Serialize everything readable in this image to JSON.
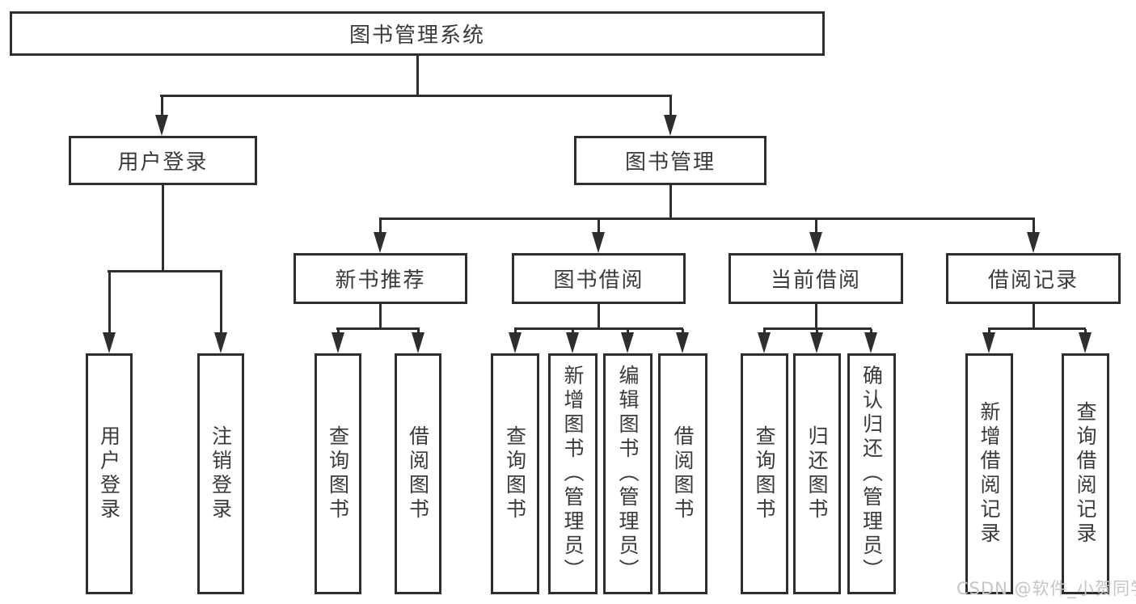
{
  "colors": {
    "line": "#2e2e2e",
    "text": "#3a3a3a",
    "box_background": "#ffffff",
    "watermark": "#c7c4c4"
  },
  "root": {
    "label": "图书管理系统"
  },
  "level2": {
    "user_login": "用户登录",
    "book_mgmt": "图书管理"
  },
  "level3": {
    "new_books": "新书推荐",
    "book_borrow": "图书借阅",
    "current_borrow": "当前借阅",
    "borrow_records": "借阅记录"
  },
  "leaves": {
    "user_login": [
      "用户登录",
      "注销登录"
    ],
    "new_books": [
      "查询图书",
      "借阅图书"
    ],
    "book_borrow": [
      "查询图书",
      "新增图书（管理员）",
      "编辑图书（管理员）",
      "借阅图书"
    ],
    "current_borrow": [
      "查询图书",
      "归还图书",
      "确认归还（管理员）"
    ],
    "borrow_records": [
      "新增借阅记录",
      "查询借阅记录"
    ]
  },
  "watermark": "CSDN @软件_小贺同学"
}
